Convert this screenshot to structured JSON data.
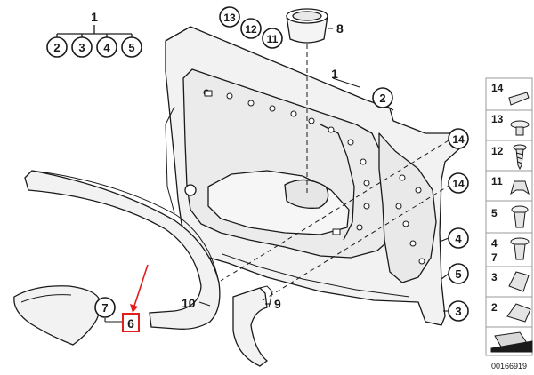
{
  "diagram": {
    "group_header": "1",
    "group_children": [
      "2",
      "3",
      "4",
      "5"
    ],
    "callouts": {
      "c13": "13",
      "c12": "12",
      "c11": "11",
      "c8": "8",
      "c1": "1",
      "c2": "2",
      "c14a": "14",
      "c14b": "14",
      "c4": "4",
      "c5": "5",
      "c3": "3",
      "c10": "10",
      "c9": "9",
      "c7": "7",
      "c6": "6"
    },
    "legend": [
      "14",
      "13",
      "12",
      "11",
      "5",
      "4",
      "7",
      "3",
      "2"
    ],
    "drawing_number": "00166919",
    "colors": {
      "line": "#1a1a1a",
      "panel_fill": "#f2f2f2",
      "highlight": "#e11d1d"
    }
  }
}
